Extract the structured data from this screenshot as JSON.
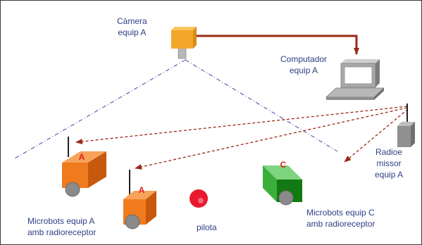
{
  "labels": {
    "camera": [
      "Càmera",
      "equip A"
    ],
    "computer": [
      "Computador",
      "equip A"
    ],
    "radio": [
      "Radioe",
      "missor",
      "equip A"
    ],
    "team_a": [
      "Microbots equip A",
      "amb radioreceptor"
    ],
    "team_c": [
      "Microbots equip C",
      "amb radioreceptor"
    ],
    "ball": "pilota"
  },
  "robot_letters": {
    "robot_a1": "A",
    "robot_a2": "A",
    "robot_c": "C"
  },
  "colors": {
    "label_text": "#2f3f86",
    "camera": "#f4a62a",
    "camera_link": "#9b2a15",
    "radio_signal": "#9b2a15",
    "view_line": "#3a4aa0",
    "robot_team_a": "#f07a1e",
    "robot_team_c": "#3cae3c",
    "robot_letter": "#e0201a",
    "ball": "#e8192c",
    "computer": "#9a9a9a",
    "transmitter": "#8c8c8c"
  }
}
